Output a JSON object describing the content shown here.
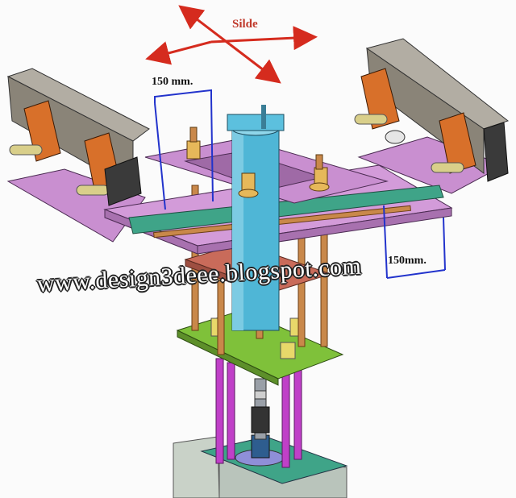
{
  "labels": {
    "slide": "Silde",
    "dimension_left": "150 mm.",
    "dimension_right": "150mm.",
    "watermark": "www.design3deee.blogspot.com"
  },
  "colors": {
    "slide_arrow": "#d52b1e",
    "dimension_line": "#2233cc",
    "rail": "#8a8478",
    "rail_top": "#b2ada3",
    "bracket": "#d8702a",
    "plate_pink": "#c98fd0",
    "plate_green": "#3fa488",
    "plate_red": "#c96b5a",
    "cylinder": "#4fb6d6",
    "rod_copper": "#c9884a",
    "rod_magenta": "#c040c8",
    "plate_lime": "#7fc13a",
    "base_grey": "#c9d2c8"
  }
}
